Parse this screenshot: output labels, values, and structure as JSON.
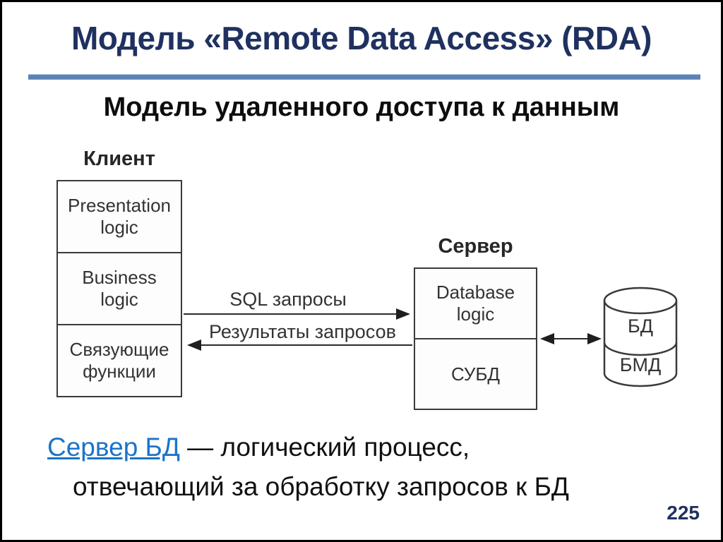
{
  "slide": {
    "title": "Модель «Remote Data Access» (RDA)",
    "subtitle": "Модель удаленного доступа к данным",
    "page_number": "225"
  },
  "diagram": {
    "client": {
      "label": "Клиент",
      "sections": [
        "Presentation logic",
        "Business logic",
        "Связующие функции"
      ]
    },
    "server": {
      "label": "Сервер",
      "sections": [
        "Database logic",
        "СУБД"
      ]
    },
    "database": {
      "top_label": "БД",
      "bottom_label": "БМД"
    },
    "arrows": {
      "request_label": "SQL запросы",
      "response_label": "Результаты запросов"
    }
  },
  "footer": {
    "term": "Сервер БД",
    "definition_rest": " — логический процесс,",
    "definition_line2": "отвечающий за обработку запросов к БД"
  },
  "colors": {
    "title_navy": "#1f3160",
    "rule_blue": "#5b82b6",
    "link_blue": "#1b74c8",
    "diagram_stroke": "#3a3a3a"
  }
}
